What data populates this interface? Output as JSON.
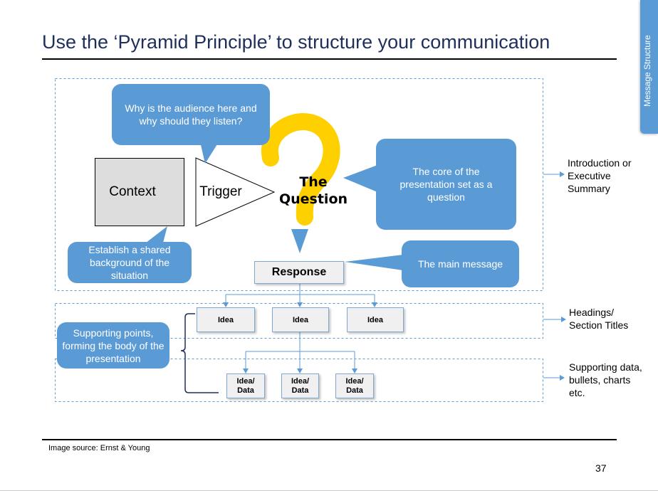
{
  "title": "Use the ‘Pyramid Principle’ to structure your communication",
  "side_tab": "Message Structure",
  "diagram": {
    "context": "Context",
    "trigger": "Trigger",
    "question": [
      "The",
      "Question"
    ],
    "response": "Response",
    "ideas": [
      "Idea",
      "Idea",
      "Idea"
    ],
    "data_items": [
      [
        "Idea/",
        "Data"
      ],
      [
        "Idea/",
        "Data"
      ],
      [
        "Idea/",
        "Data"
      ]
    ],
    "bubbles": {
      "why": "Why is the audience here and why should they listen?",
      "core": "The core of the presentation set as a question",
      "establish": "Establish a shared background of the situation",
      "main": "The main message",
      "supporting": "Supporting points, forming the body of the presentation"
    },
    "levels": {
      "intro": "Introduction or Executive Summary",
      "headings": "Headings/ Section Titles",
      "supporting": "Supporting data, bullets, charts etc."
    },
    "colors": {
      "bubble": "#5b9bd5",
      "question_mark": "#ffd000",
      "dashed": "#5b9bd5"
    }
  },
  "footer": {
    "source": "Image source: Ernst & Young",
    "page_number": "37"
  }
}
